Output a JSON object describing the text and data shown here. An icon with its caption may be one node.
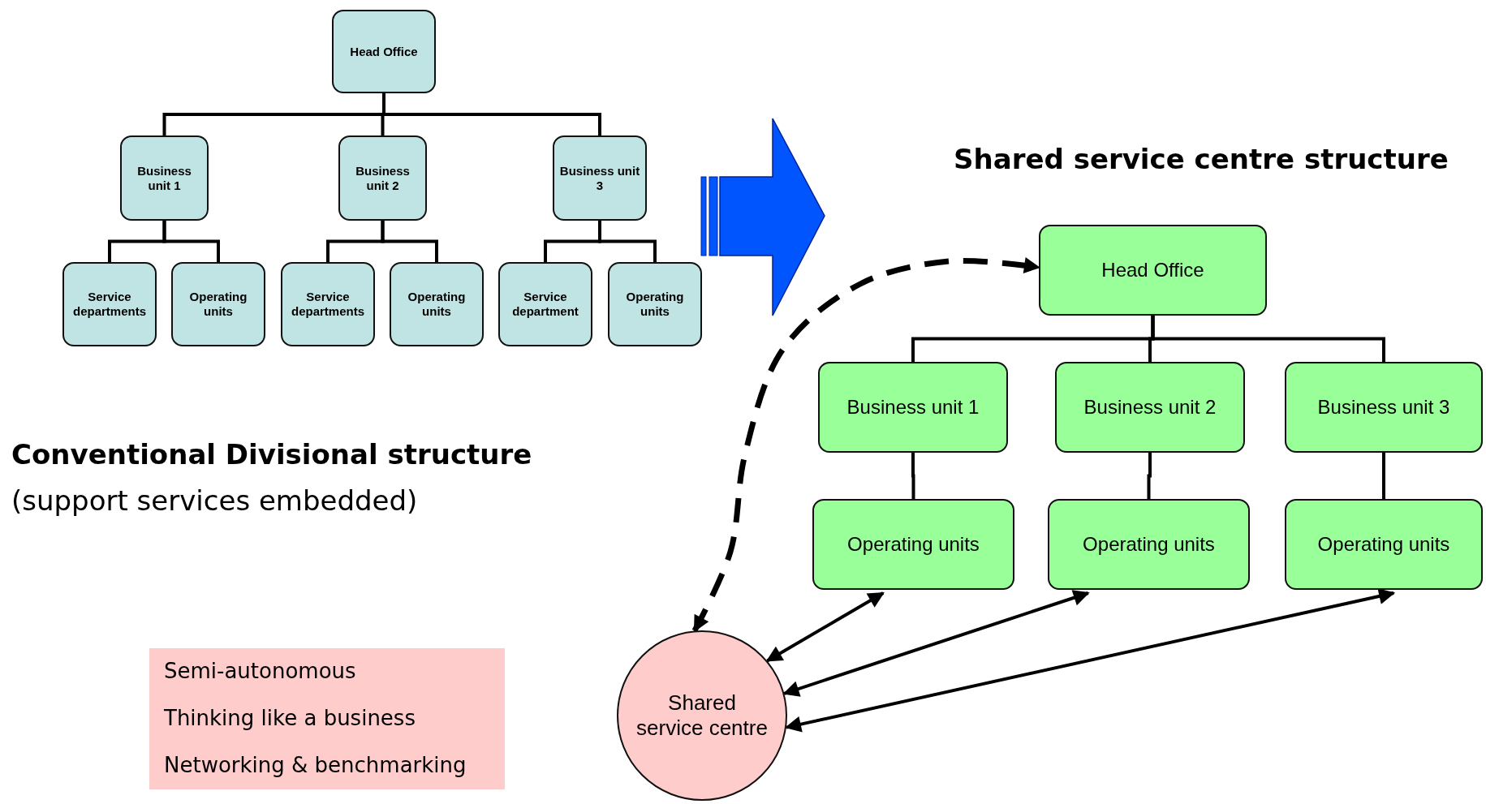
{
  "diagram": {
    "nodes": [
      {
        "text": [
          "Head Office"
        ]
      },
      {
        "text": [
          "Business unit 1"
        ]
      },
      {
        "text": [
          "Business unit 2"
        ]
      },
      {
        "text": [
          "Business unit 3"
        ]
      },
      {
        "text": [
          "Service departments"
        ]
      },
      {
        "text": [
          "Operating units"
        ]
      },
      {
        "text": [
          "Service departments"
        ]
      },
      {
        "text": [
          "Operating units"
        ]
      },
      {
        "text": [
          "Service department"
        ]
      },
      {
        "text": [
          "Operating units"
        ]
      },
      {
        "text": [
          "Head Office"
        ]
      },
      {
        "text": [
          "Business unit 1"
        ]
      },
      {
        "text": [
          "Business unit 2"
        ]
      },
      {
        "text": [
          "Business unit 3"
        ]
      },
      {
        "text": [
          "Operating units"
        ]
      },
      {
        "text": [
          "Operating units"
        ]
      },
      {
        "text": [
          "Operating units"
        ]
      },
      {
        "text": [
          "Shared service centre"
        ]
      },
      {
        "text": [
          "Semi-autonomous",
          "Thinking like a business",
          "Networking & benchmarking"
        ]
      }
    ],
    "edges": [
      {
        "from": 0,
        "to": 1,
        "arrow": "none"
      },
      {
        "from": 0,
        "to": 2,
        "arrow": "none"
      },
      {
        "from": 0,
        "to": 3,
        "arrow": "none"
      },
      {
        "from": 1,
        "to": 4,
        "arrow": "none"
      },
      {
        "from": 1,
        "to": 5,
        "arrow": "none"
      },
      {
        "from": 2,
        "to": 6,
        "arrow": "none"
      },
      {
        "from": 2,
        "to": 7,
        "arrow": "none"
      },
      {
        "from": 3,
        "to": 8,
        "arrow": "none"
      },
      {
        "from": 3,
        "to": 9,
        "arrow": "none"
      },
      {
        "from": 10,
        "to": 11,
        "arrow": "none"
      },
      {
        "from": 10,
        "to": 12,
        "arrow": "none"
      },
      {
        "from": 10,
        "to": 13,
        "arrow": "none"
      },
      {
        "from": 11,
        "to": 14,
        "arrow": "none"
      },
      {
        "from": 12,
        "to": 15,
        "arrow": "none"
      },
      {
        "from": 13,
        "to": 16,
        "arrow": "none"
      },
      {
        "from": 17,
        "to": 10,
        "arrow": "both",
        "style": "dashed"
      },
      {
        "from": 17,
        "to": 14,
        "arrow": "both"
      },
      {
        "from": 17,
        "to": 15,
        "arrow": "both"
      },
      {
        "from": 17,
        "to": 16,
        "arrow": "both"
      }
    ],
    "labels": [
      "Shared service centre structure",
      "Conventional Divisional structure",
      "(support services embedded)"
    ]
  }
}
